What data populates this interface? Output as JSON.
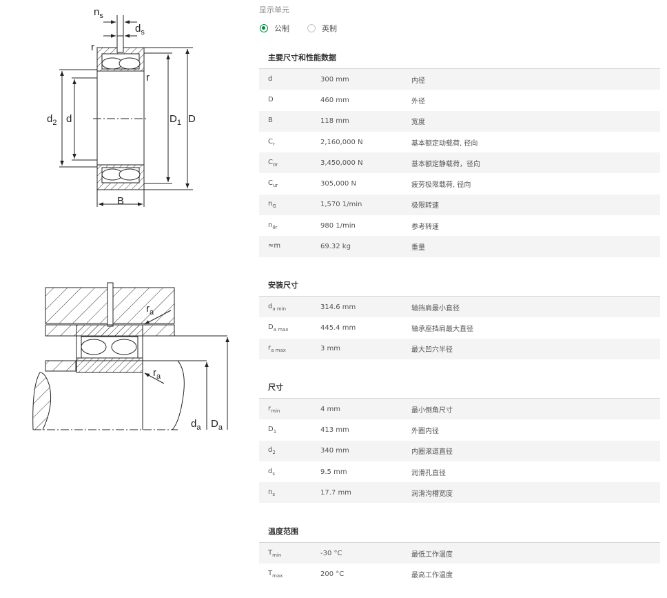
{
  "drawing": {
    "bearing_labels": {
      "ns": "n",
      "ns_sub": "s",
      "ds": "d",
      "ds_sub": "s",
      "r_top": "r",
      "r_right": "r",
      "d2": "d",
      "d2_sub": "2",
      "d": "d",
      "D1": "D",
      "D1_sub": "1",
      "D": "D",
      "B": "B"
    },
    "mount_labels": {
      "ra_top": "r",
      "ra_top_sub": "a",
      "ra_bottom": "r",
      "ra_bottom_sub": "a",
      "da": "d",
      "da_sub": "a",
      "Da": "D",
      "Da_sub": "a"
    }
  },
  "unit": {
    "label": "显示单元",
    "options": [
      {
        "label": "公制",
        "checked": true
      },
      {
        "label": "英制",
        "checked": false
      }
    ]
  },
  "sections": [
    {
      "title": "主要尺寸和性能数据",
      "rows": [
        {
          "sym": "d",
          "sub": "",
          "value": "300 mm",
          "desc": "内径"
        },
        {
          "sym": "D",
          "sub": "",
          "value": "460 mm",
          "desc": "外径"
        },
        {
          "sym": "B",
          "sub": "",
          "value": "118 mm",
          "desc": "宽度"
        },
        {
          "sym": "C",
          "sub": "r",
          "value": "2,160,000 N",
          "desc": "基本额定动载荷, 径向"
        },
        {
          "sym": "C",
          "sub": "0r",
          "value": "3,450,000 N",
          "desc": "基本额定静载荷，径向"
        },
        {
          "sym": "C",
          "sub": "ur",
          "value": "305,000 N",
          "desc": "疲劳极限载荷, 径向"
        },
        {
          "sym": "n",
          "sub": "G",
          "value": "1,570 1/min",
          "desc": "极限转速"
        },
        {
          "sym": "n",
          "sub": "ϑr",
          "value": "980 1/min",
          "desc": "参考转速"
        },
        {
          "sym": "≈m",
          "sub": "",
          "value": "69.32 kg",
          "desc": "重量"
        }
      ]
    },
    {
      "title": "安装尺寸",
      "rows": [
        {
          "sym": "d",
          "sub": "a min",
          "value": "314.6 mm",
          "desc": "轴挡肩最小直径"
        },
        {
          "sym": "D",
          "sub": "a max",
          "value": "445.4 mm",
          "desc": "轴承座挡肩最大直径"
        },
        {
          "sym": "r",
          "sub": "a max",
          "value": "3 mm",
          "desc": "最大凹穴半径"
        }
      ]
    },
    {
      "title": "尺寸",
      "rows": [
        {
          "sym": "r",
          "sub": "min",
          "value": "4 mm",
          "desc": "最小倒角尺寸"
        },
        {
          "sym": "D",
          "sub": "1",
          "value": "413 mm",
          "desc": "外圈内径"
        },
        {
          "sym": "d",
          "sub": "2",
          "value": "340 mm",
          "desc": "内圈滚道直径"
        },
        {
          "sym": "d",
          "sub": "s",
          "value": "9.5 mm",
          "desc": "润滑孔直径"
        },
        {
          "sym": "n",
          "sub": "s",
          "value": "17.7 mm",
          "desc": "润滑沟槽宽度"
        }
      ]
    },
    {
      "title": "温度范围",
      "rows": [
        {
          "sym": "T",
          "sub": "min",
          "value": "-30 °C",
          "desc": "最低工作温度"
        },
        {
          "sym": "T",
          "sub": "max",
          "value": "200 °C",
          "desc": "最高工作温度"
        }
      ]
    }
  ]
}
